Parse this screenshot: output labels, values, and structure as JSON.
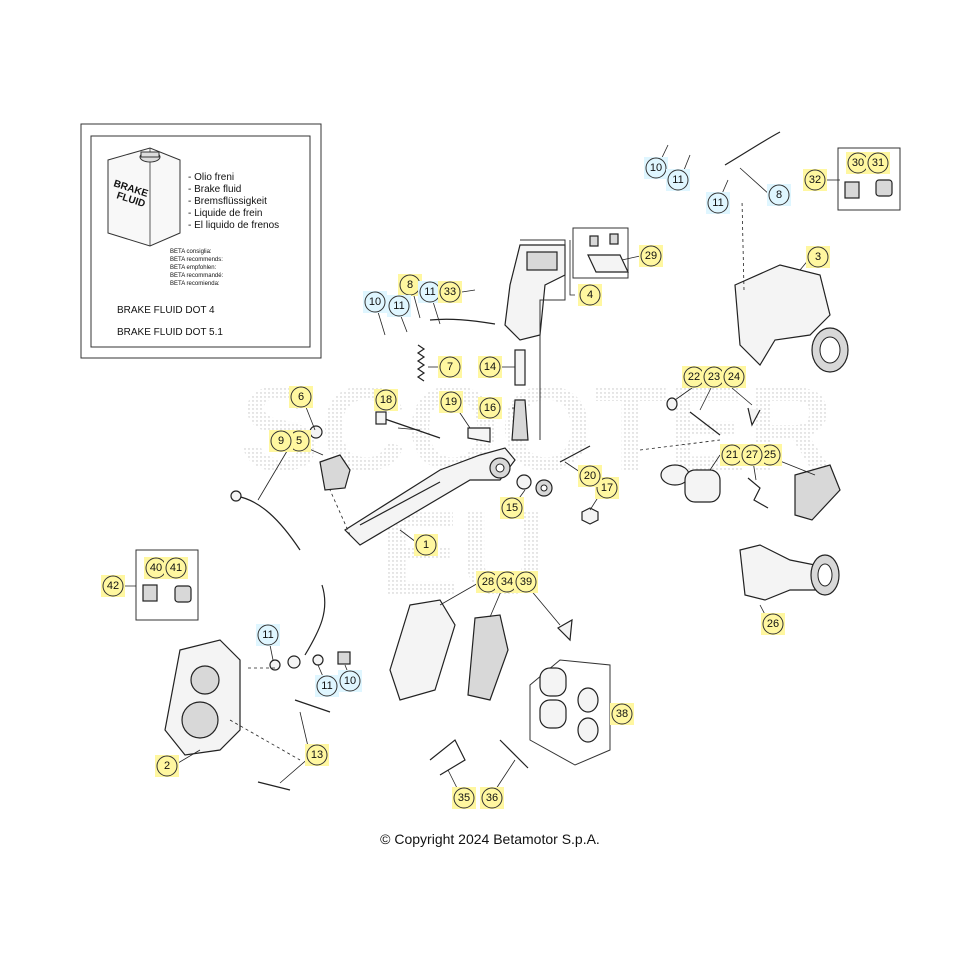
{
  "legend": {
    "can_label": [
      "BRAKE",
      "FLUID"
    ],
    "fluid_names": [
      "- Olio freni",
      "- Brake fluid",
      "- Bremsflüssigkeit",
      "- Liquide de frein",
      "- El liquido de frenos"
    ],
    "recommend_lines": [
      "BETA consiglia:",
      "BETA recommends:",
      "BETA empfohlen:",
      "BETA recommandé:",
      "BETA recomienda:"
    ],
    "fluid_types": [
      "BRAKE FLUID DOT 4",
      "BRAKE FLUID DOT 5.1"
    ]
  },
  "callouts": [
    {
      "n": "1",
      "style": "yellow"
    },
    {
      "n": "2",
      "style": "yellow"
    },
    {
      "n": "3",
      "style": "yellow"
    },
    {
      "n": "4",
      "style": "yellow"
    },
    {
      "n": "5",
      "style": "yellow"
    },
    {
      "n": "6",
      "style": "yellow"
    },
    {
      "n": "7",
      "style": "yellow"
    },
    {
      "n": "8",
      "style": "yellow"
    },
    {
      "n": "8",
      "style": "blue"
    },
    {
      "n": "9",
      "style": "yellow"
    },
    {
      "n": "10",
      "style": "blue"
    },
    {
      "n": "10",
      "style": "blue"
    },
    {
      "n": "10",
      "style": "blue"
    },
    {
      "n": "11",
      "style": "blue"
    },
    {
      "n": "11",
      "style": "blue"
    },
    {
      "n": "11",
      "style": "blue"
    },
    {
      "n": "11",
      "style": "blue"
    },
    {
      "n": "11",
      "style": "blue"
    },
    {
      "n": "11",
      "style": "blue"
    },
    {
      "n": "13",
      "style": "yellow"
    },
    {
      "n": "14",
      "style": "yellow"
    },
    {
      "n": "15",
      "style": "yellow"
    },
    {
      "n": "16",
      "style": "yellow"
    },
    {
      "n": "17",
      "style": "yellow"
    },
    {
      "n": "18",
      "style": "yellow"
    },
    {
      "n": "19",
      "style": "yellow"
    },
    {
      "n": "20",
      "style": "yellow"
    },
    {
      "n": "21",
      "style": "yellow"
    },
    {
      "n": "22",
      "style": "yellow"
    },
    {
      "n": "23",
      "style": "yellow"
    },
    {
      "n": "24",
      "style": "yellow"
    },
    {
      "n": "25",
      "style": "yellow"
    },
    {
      "n": "26",
      "style": "yellow"
    },
    {
      "n": "27",
      "style": "yellow"
    },
    {
      "n": "28",
      "style": "yellow"
    },
    {
      "n": "29",
      "style": "yellow"
    },
    {
      "n": "30",
      "style": "yellow"
    },
    {
      "n": "31",
      "style": "yellow"
    },
    {
      "n": "32",
      "style": "yellow"
    },
    {
      "n": "33",
      "style": "yellow"
    },
    {
      "n": "34",
      "style": "yellow"
    },
    {
      "n": "35",
      "style": "yellow"
    },
    {
      "n": "36",
      "style": "yellow"
    },
    {
      "n": "38",
      "style": "yellow"
    },
    {
      "n": "39",
      "style": "yellow"
    },
    {
      "n": "40",
      "style": "yellow"
    },
    {
      "n": "41",
      "style": "yellow"
    },
    {
      "n": "42",
      "style": "yellow"
    }
  ],
  "copyright": "© Copyright 2024 Betamotor S.p.A.",
  "colors": {
    "callout_yellow": "#fff7a0",
    "callout_blue": "#dff6ff",
    "line": "#222222",
    "watermark": "#b8b8b8"
  }
}
